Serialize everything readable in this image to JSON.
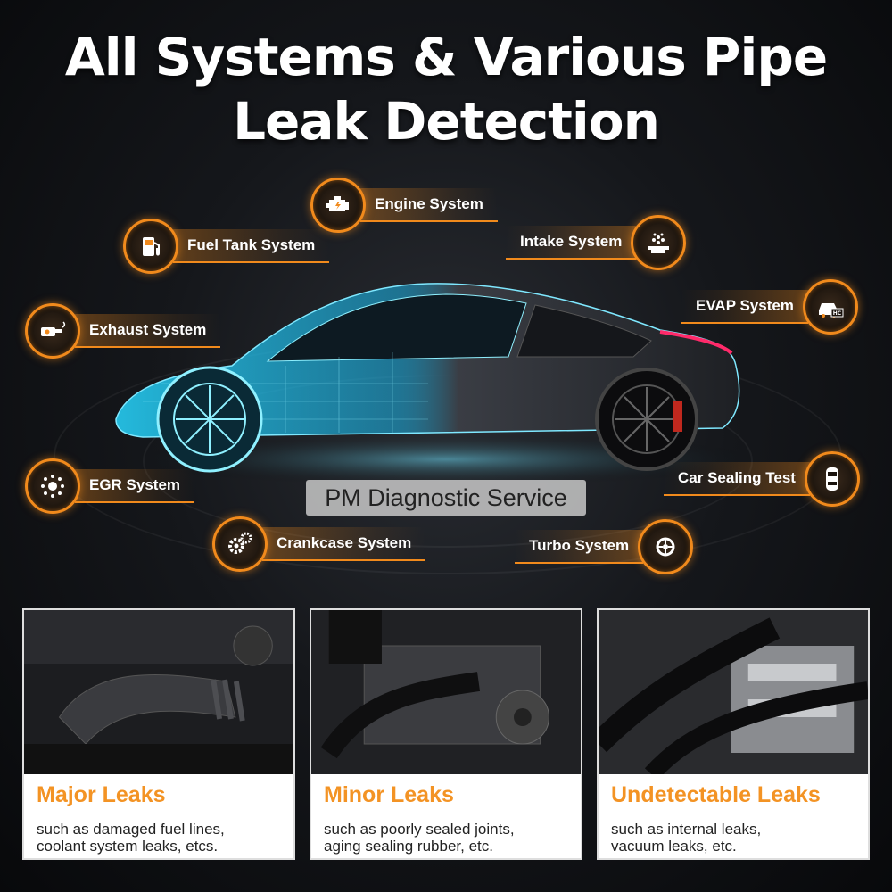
{
  "title": {
    "line1": "All Systems & Various Pipe",
    "line2": "Leak Detection"
  },
  "colors": {
    "accent": "#f18a1c",
    "leak_title": "#f39324"
  },
  "systems": [
    {
      "label": "Engine System",
      "icon": "engine-icon"
    },
    {
      "label": "Fuel Tank System",
      "icon": "fuel-pump-icon"
    },
    {
      "label": "Intake System",
      "icon": "intake-icon"
    },
    {
      "label": "Exhaust System",
      "icon": "exhaust-icon"
    },
    {
      "label": "EVAP System",
      "icon": "evap-car-icon"
    },
    {
      "label": "EGR System",
      "icon": "egr-icon"
    },
    {
      "label": "Car Sealing Test",
      "icon": "car-top-icon"
    },
    {
      "label": "Crankcase System",
      "icon": "gears-icon"
    },
    {
      "label": "Turbo System",
      "icon": "turbo-icon"
    }
  ],
  "evap_badge_text": "HC",
  "watermark": "PM Diagnostic Service",
  "leaks": [
    {
      "title": "Major Leaks",
      "line1": "such as damaged fuel lines,",
      "line2": "coolant system leaks, etcs."
    },
    {
      "title": "Minor Leaks",
      "line1": "such as poorly sealed joints,",
      "line2": "aging sealing rubber, etc."
    },
    {
      "title": "Undetectable Leaks",
      "line1": "such as internal leaks,",
      "line2": "vacuum leaks, etc."
    }
  ]
}
